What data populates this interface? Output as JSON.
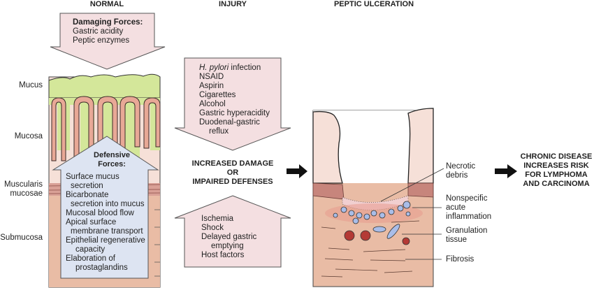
{
  "headers": {
    "normal": "NORMAL",
    "injury": "INJURY",
    "peptic": "PEPTIC ULCERATION"
  },
  "damaging": {
    "title": "Damaging Forces:",
    "items": [
      "Gastric acidity",
      "Peptic enzymes"
    ]
  },
  "layers": {
    "mucus": "Mucus",
    "mucosa": "Mucosa",
    "muscularis_1": "Muscularis",
    "muscularis_2": "mucosae",
    "submucosa": "Submucosa"
  },
  "defensive": {
    "title_1": "Defensive",
    "title_2": "Forces:",
    "lines": [
      "Surface mucus",
      "secretion",
      "Bicarbonate",
      "secretion into mucus",
      "Mucosal blood flow",
      "Apical surface",
      "membrane transport",
      "Epithelial regenerative",
      "capacity",
      "Elaboration of",
      "prostaglandins"
    ]
  },
  "injury_damage": {
    "italic": "H. pylori",
    "first_rest": " infection",
    "lines": [
      "NSAID",
      "Aspirin",
      "Cigarettes",
      "Alcohol",
      "Gastric hyperacidity",
      "Duodenal-gastric",
      "reflux"
    ]
  },
  "center": {
    "line1": "INCREASED DAMAGE",
    "line2": "OR",
    "line3": "IMPAIRED DEFENSES"
  },
  "injury_defense": {
    "lines": [
      "Ischemia",
      "Shock",
      "Delayed gastric",
      "emptying",
      "Host factors"
    ]
  },
  "ulcer_labels": {
    "necrotic": [
      "Necrotic",
      "debris"
    ],
    "inflammation": [
      "Nonspecific",
      "acute",
      "inflammation"
    ],
    "granulation": [
      "Granulation",
      "tissue"
    ],
    "fibrosis": "Fibrosis"
  },
  "outcome": [
    "CHRONIC DISEASE",
    "INCREASES RISK",
    "FOR LYMPHOMA",
    "AND CARCINOMA"
  ],
  "colors": {
    "arrow_pink": "#f4dfe1",
    "arrow_blue": "#dde4f2",
    "mucus": "#d4e79a",
    "mucosa": "#f6e0d8",
    "submucosa": "#e9bca5",
    "muscularis": "#c7857c"
  }
}
